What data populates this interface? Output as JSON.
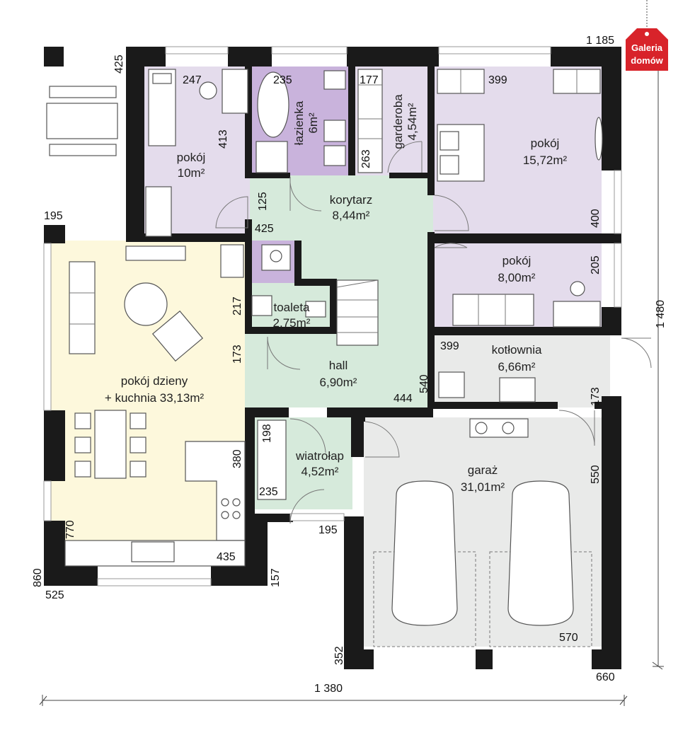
{
  "brand": {
    "line1": "Galeria",
    "line2": "domów",
    "color": "#d8232a"
  },
  "colors": {
    "bedroom": "#e4dcec",
    "bathroom": "#c9b3dc",
    "corridor": "#d6eadb",
    "living": "#fdf8dc",
    "utility": "#e9eae9",
    "wall": "#1a1a1a"
  },
  "rooms": {
    "pokoj_small": {
      "name": "pokój",
      "area": "10m²"
    },
    "lazienka": {
      "name": "łazienka",
      "area": "6m²"
    },
    "garderoba": {
      "name": "garderoba",
      "area": "4,54m²"
    },
    "pokoj_big": {
      "name": "pokój",
      "area": "15,72m²"
    },
    "korytarz": {
      "name": "korytarz",
      "area": "8,44m²"
    },
    "pokoj_mid": {
      "name": "pokój",
      "area": "8,00m²"
    },
    "toaleta": {
      "name": "toaleta",
      "area": "2,75m²"
    },
    "kotlownia": {
      "name": "kotłownia",
      "area": "6,66m²"
    },
    "hall": {
      "name": "hall",
      "area": "6,90m²"
    },
    "dzienny": {
      "name": "pokój dzieny",
      "area": "+ kuchnia 33,13m²"
    },
    "wiatrolap": {
      "name": "wiatrołap",
      "area": "4,52m²"
    },
    "garaz": {
      "name": "garaż",
      "area": "31,01m²"
    }
  },
  "dimensions": {
    "top_right": "1 185",
    "left_top": "425",
    "d247": "247",
    "d413": "413",
    "d235_top": "235",
    "d177": "177",
    "d263": "263",
    "d399_top": "399",
    "d125": "125",
    "d425_mid": "425",
    "d400": "400",
    "d195_left": "195",
    "d205": "205",
    "d217": "217",
    "d1480": "1 480",
    "d399_mid": "399",
    "d173_left": "173",
    "d540": "540",
    "d444": "444",
    "d173_right": "173",
    "d198": "198",
    "d380": "380",
    "d550": "550",
    "d235_bottom": "235",
    "d770": "770",
    "d195_bottom": "195",
    "d435": "435",
    "d860": "860",
    "d157": "157",
    "d525": "525",
    "d570": "570",
    "d352": "352",
    "d660": "660",
    "d1380": "1 380"
  }
}
